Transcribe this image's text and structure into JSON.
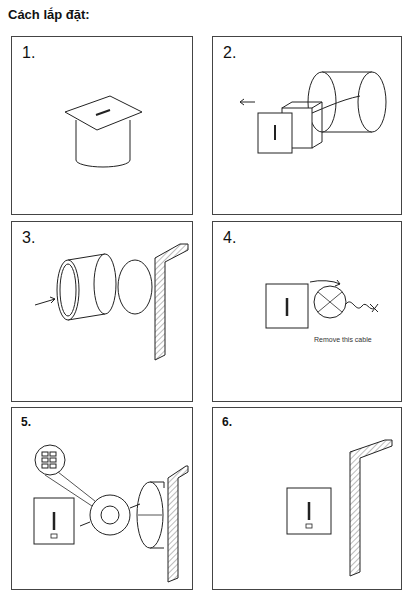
{
  "diagram": {
    "title": "Cách lắp đặt:",
    "nodes": [
      {
        "text": [
          "1."
        ]
      },
      {
        "text": [
          "2."
        ]
      },
      {
        "text": [
          "3."
        ]
      },
      {
        "text": [
          "4.",
          "Remove this cable"
        ]
      },
      {
        "text": [
          "5."
        ]
      },
      {
        "text": [
          "6."
        ]
      }
    ]
  }
}
